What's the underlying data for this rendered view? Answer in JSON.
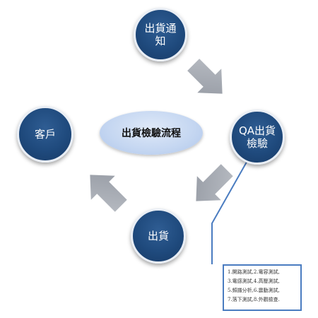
{
  "diagram": {
    "title": "出貨檢驗流程",
    "nodes": {
      "notice": "出貨通知",
      "qa": "QA出貨檢驗",
      "ship": "出貨",
      "customer": "客戶"
    },
    "note_lines": [
      "1.開路測試,2.電容測試,",
      "3.電感測試,4.高壓測試,",
      "5.頻譜分析,6.震動測試,",
      "7.落下測試,8.外觀檢查."
    ],
    "colors": {
      "node_fill": "#1f4a7d",
      "center_fill": "#c4d6f1",
      "arrow_fill": "#a6abb3",
      "connector_line": "#4a7cc0"
    }
  }
}
